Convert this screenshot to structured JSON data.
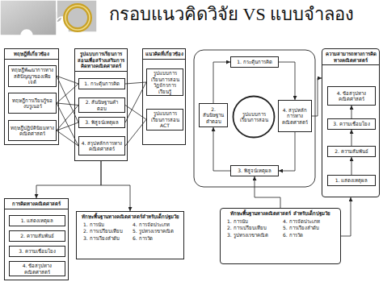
{
  "diagram": {
    "title": "กรอบแนวคิดวิจัย VS แบบจำลอง",
    "nodes": [
      {
        "text": [
          "ทฤษฎีที่เกี่ยวข้อง"
        ]
      },
      {
        "text": [
          "ทฤษฎีพัฒนาการทางสติปัญญาของเพียเจต์"
        ],
        "in": 0
      },
      {
        "text": [
          "ทฤษฎีการเรียนรู้ของบรูเนอร์"
        ],
        "in": 0
      },
      {
        "text": [
          "ทฤษฎีปฏิบัตินิยมทางคณิตศาสตร์"
        ],
        "in": 0
      },
      {
        "text": [
          "รูปแบบการเรียนการสอนเพื่อสร้างเสริมการคิดทางคณิตศาสตร์"
        ]
      },
      {
        "text": [
          "1. กระตุ้นการคิด"
        ],
        "in": 4
      },
      {
        "text": [
          "2. สันนิษฐานคำตอบ"
        ],
        "in": 4
      },
      {
        "text": [
          "3. พิสูจน์เหตุผล"
        ],
        "in": 4
      },
      {
        "text": [
          "4. สรุปหลักการทางคณิตศาสตร์"
        ],
        "in": 4
      },
      {
        "text": [
          "แนวคิดที่เกี่ยวข้อง"
        ]
      },
      {
        "text": [
          "รูปแบบการเรียนการสอนวัฏจักรการเรียนรู้"
        ],
        "in": 9
      },
      {
        "text": [
          "รูปแบบการเรียนการสอน ACT"
        ],
        "in": 9
      },
      {
        "text": [
          "การคิดทางคณิตศาสตร์"
        ]
      },
      {
        "text": [
          "1. แสดงเหตุผล"
        ],
        "in": 12
      },
      {
        "text": [
          "2. ความสัมพันธ์"
        ],
        "in": 12
      },
      {
        "text": [
          "3. ความเชื่อมโยง"
        ],
        "in": 12
      },
      {
        "text": [
          "4. ข้อสรุปทางคณิตศาสตร์"
        ],
        "in": 12
      },
      {
        "text": [
          "ทักษะพื้นฐานทางคณิตศาสตร์สำหรับเด็กปฐมวัย",
          "1. การนับ",
          "2. การเปรียบเทียบ",
          "3. การเรียงลำดับ",
          "4. การจัดประเภท",
          "5. รูปทรงเรขาคณิต",
          "6. การวัด"
        ]
      },
      {
        "text": [
          "รูปแบบการเรียนการสอน"
        ]
      },
      {
        "text": [
          "1. กระตุ้นการคิด"
        ]
      },
      {
        "text": [
          "2. สันนิษฐานคำตอบ"
        ]
      },
      {
        "text": [
          "3. พิสูจน์เหตุผล"
        ]
      },
      {
        "text": [
          "4. สรุปหลักการทางคณิตศาสตร์"
        ]
      },
      {
        "text": [
          "ความสามารถทางการคิดทางคณิตศาสตร์"
        ]
      },
      {
        "text": [
          "4. ข้อสรุปทางคณิตศาสตร์"
        ],
        "in": 23
      },
      {
        "text": [
          "3. ความเชื่อมโยง"
        ],
        "in": 23
      },
      {
        "text": [
          "2. ความสัมพันธ์"
        ],
        "in": 23
      },
      {
        "text": [
          "1. แสดงเหตุผล"
        ],
        "in": 23
      },
      {
        "text": [
          "ทักษะพื้นฐานทางคณิตศาสตร์ สำหรับเด็กปฐมวัย",
          "1. การนับ",
          "2. การเปรียบเทียบ",
          "3. รูปทรงเรขาคณิต",
          "4. การจัดประเภท",
          "5. การเรียงลำดับ",
          "6. การวัด"
        ]
      }
    ],
    "edges": [
      {
        "from": 1,
        "to": 5,
        "arrow": "none"
      },
      {
        "from": 1,
        "to": 7,
        "arrow": "none"
      },
      {
        "from": 2,
        "to": 5,
        "arrow": "none"
      },
      {
        "from": 2,
        "to": 6,
        "arrow": "none"
      },
      {
        "from": 2,
        "to": 8,
        "arrow": "none"
      },
      {
        "from": 3,
        "to": 6,
        "arrow": "none"
      },
      {
        "from": 3,
        "to": 7,
        "arrow": "none"
      },
      {
        "from": 3,
        "to": 8,
        "arrow": "none"
      },
      {
        "from": 10,
        "to": 5,
        "arrow": "none"
      },
      {
        "from": 10,
        "to": 7,
        "arrow": "none"
      },
      {
        "from": 11,
        "to": 6,
        "arrow": "none"
      },
      {
        "from": 11,
        "to": 8,
        "arrow": "none"
      },
      {
        "from": 4,
        "to": 12,
        "arrow": "to"
      },
      {
        "from": 4,
        "to": 17,
        "arrow": "to"
      },
      {
        "from": 19,
        "to": 22,
        "arrow": "to"
      },
      {
        "from": 22,
        "to": 21,
        "arrow": "to"
      },
      {
        "from": 21,
        "to": 20,
        "arrow": "to"
      },
      {
        "from": 20,
        "to": 19,
        "arrow": "to"
      },
      {
        "from": 22,
        "to": 23,
        "arrow": "to"
      },
      {
        "from": 28,
        "to": 21,
        "arrow": "to"
      },
      {
        "from": 28,
        "to": 23,
        "arrow": "to"
      },
      {
        "from": 27,
        "to": 26,
        "arrow": "to"
      },
      {
        "from": 26,
        "to": 25,
        "arrow": "to"
      },
      {
        "from": 25,
        "to": 24,
        "arrow": "to"
      }
    ]
  }
}
